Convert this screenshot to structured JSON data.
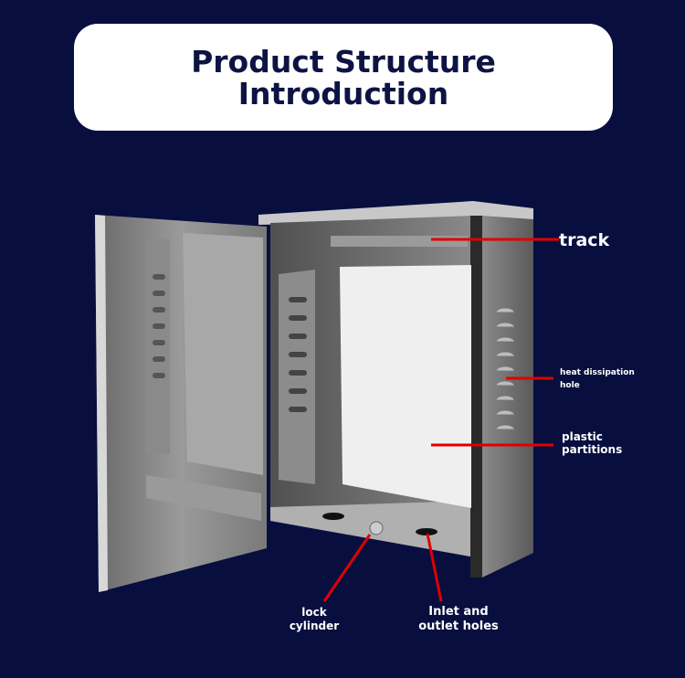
{
  "title": {
    "line1": "Product Structure",
    "line2": "Introduction"
  },
  "labels": {
    "track": "track",
    "heat_line1": "heat dissipation",
    "heat_line2": "hole",
    "plastic_line1": "plastic",
    "plastic_line2": "partitions",
    "lock_line1": "lock",
    "lock_line2": "cylinder",
    "inlet_line1": "Inlet and",
    "inlet_line2": "outlet holes"
  },
  "colors": {
    "background": "#080f3f",
    "annotation_line": "#e00000"
  }
}
